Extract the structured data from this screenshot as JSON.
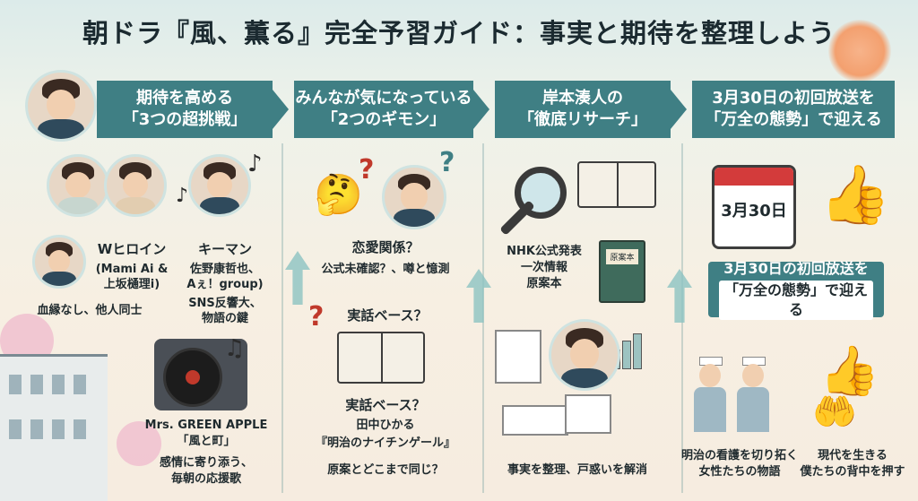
{
  "title": "朝ドラ『風、薫る』完全予習ガイド：事実と期待を整理しよう",
  "columns": [
    {
      "line1": "期待を高める",
      "line2": "「3つの超挑戦」"
    },
    {
      "line1": "みんなが気になっている",
      "line2": "「2つのギモン」"
    },
    {
      "line1": "岸本湊人の",
      "line2": "「徹底リサーチ」"
    },
    {
      "line1": "3月30日の初回放送を",
      "line2": "「万全の態勢」で迎える"
    }
  ],
  "col1": {
    "heroine_title": "Wヒロイン",
    "heroine_names_1": "(Mami Ai &",
    "heroine_names_2": "上坂樋理i)",
    "heroine_note": "血縁なし、他人同士",
    "keyman_title": "キーマン",
    "keyman_1": "佐野康哲也、",
    "keyman_2": "Aぇ！group)",
    "keyman_3": "SNS反響大、",
    "keyman_4": "物語の鍵",
    "song_artist": "Mrs. GREEN APPLE",
    "song_title": "「風と町」",
    "song_desc_1": "感情に寄り添う、",
    "song_desc_2": "毎朝の応援歌"
  },
  "col2": {
    "q1_title": "恋愛関係？",
    "q1_desc": "公式未確認？、噂と憶測",
    "q2_title": "実話ベース？",
    "q2b_title": "実話ベース？",
    "q2_author": "田中ひかる",
    "q2_book": "『明治のナイチンゲール』",
    "q2_note": "原案とどこまで同じ？"
  },
  "col3": {
    "src_1": "NHK公式発表",
    "src_2": "一次情報",
    "src_3": "原案本",
    "book_label": "原案本",
    "summary": "事実を整理、戸惑いを解消"
  },
  "col4": {
    "calendar_date": "3月30日",
    "badge_line1": "3月30日の初回放送を",
    "badge_line2": "「万全の態勢」で迎える",
    "story_1": "明治の看護を切り拓く",
    "story_2": "女性たちの物語",
    "modern_1": "現代を生きる",
    "modern_2": "僕たちの背中を押す"
  }
}
